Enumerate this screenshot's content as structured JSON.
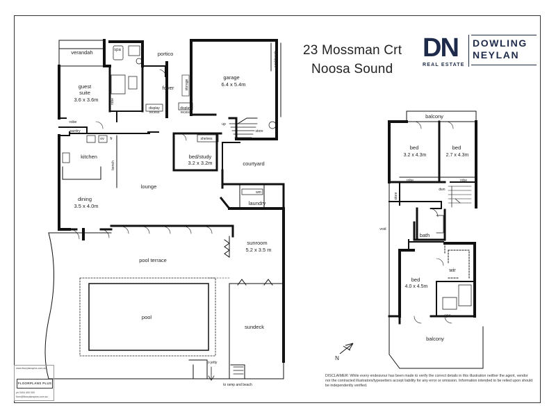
{
  "header": {
    "address_line1": "23 Mossman Crt",
    "address_line2": "Noosa Sound"
  },
  "logo": {
    "monogram": "DN",
    "tagline": "REAL ESTATE",
    "brand_line1": "DOWLING",
    "brand_line2": "NEYLAN",
    "brand_color": "#1d2a4a"
  },
  "ground_floor": {
    "verandah": "verandah",
    "spa": "spa",
    "portico": "portico",
    "garage_name": "garage",
    "garage_size": "6.4 x 5.4m",
    "workbench": "workbench",
    "guest_name": "guest",
    "guest_name2": "suite",
    "guest_size": "3.6 x 3.6m",
    "robe": "robe",
    "foyer": "foyer",
    "storage": "storage",
    "display_recess": "display",
    "display_recess2": "recess",
    "pantry": "pantry",
    "ov": "ov",
    "fr": "fr",
    "shelves": "shelves",
    "up": "up",
    "store": "store",
    "kitchen": "kitchen",
    "bench": "bench",
    "bedstudy_name": "bed/study",
    "bedstudy_size": "3.2 x 3.2m",
    "courtyard": "courtyard",
    "lounge": "lounge",
    "wm": "wm",
    "laundry": "laundry",
    "dining_name": "dining",
    "dining_size": "3.5 x 4.0m",
    "sunroom_name": "sunroom",
    "sunroom_size": "5.2 x 3.5 m",
    "pool_terrace": "pool terrace",
    "pool": "pool",
    "sundeck": "sundeck",
    "to_jetty": "to jetty",
    "to_ramp": "to ramp and beach"
  },
  "upper_floor": {
    "balcony_top": "balcony",
    "bed1_name": "bed",
    "bed1_size": "3.2 x 4.3m",
    "bed2_name": "bed",
    "bed2_size": "2.7 x 4.3m",
    "robe_a": "robe",
    "robe_b": "robe",
    "store": "store",
    "dwn": "dwn",
    "void": "void",
    "bath": "bath",
    "wir": "wir",
    "bed3_name": "bed",
    "bed3_size": "4.0 x 4.5m",
    "spa": "spa",
    "balcony_bottom": "balcony"
  },
  "compass": {
    "north_letter": "N"
  },
  "disclaimer": "DISCLAIMER: While every endeavour has been made to verify the correct details in this illustration neither the agent, vendor nor the contracted illustrators/typesetters accept liability for any error or omission. Information intended to be relied upon should be independently verified.",
  "footer_logo": {
    "website": "www.floorplansplus.com.au",
    "name": "FLOORPLANS PLUS",
    "phone": "ph 0404 400 000",
    "email": "floor@floorplansplus.com.au"
  }
}
